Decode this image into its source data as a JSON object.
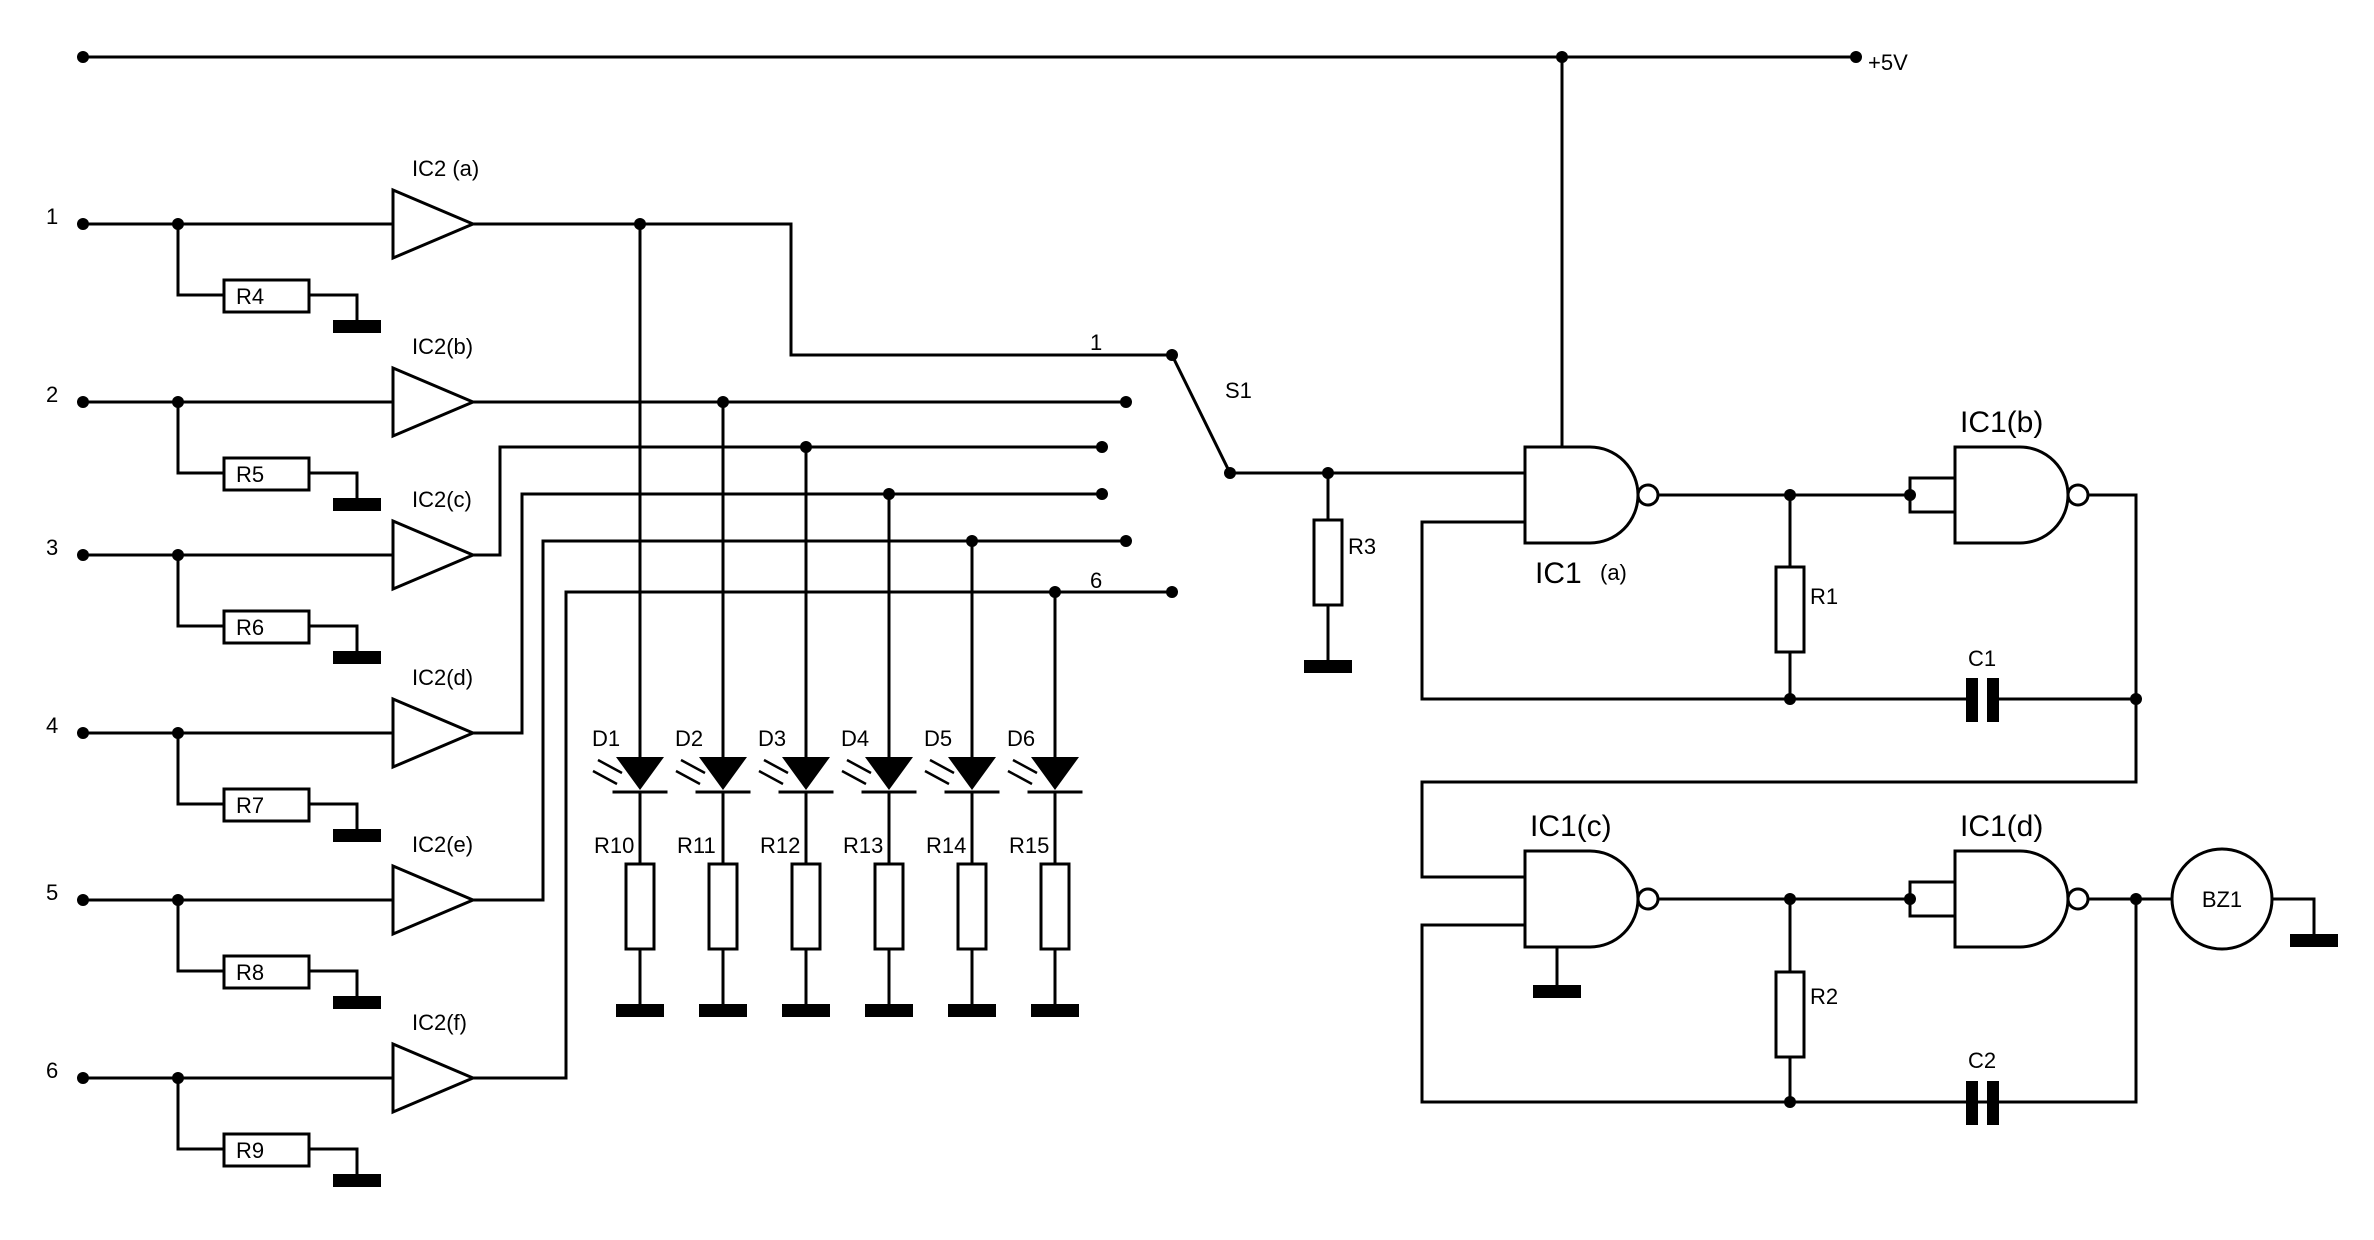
{
  "supply": {
    "label": "+5V"
  },
  "inputs": [
    "1",
    "2",
    "3",
    "4",
    "5",
    "6"
  ],
  "buffers": [
    "IC2  (a)",
    "IC2(b)",
    "IC2(c)",
    "IC2(d)",
    "IC2(e)",
    "IC2(f)"
  ],
  "input_resistors": [
    "R4",
    "R5",
    "R6",
    "R7",
    "R8",
    "R9"
  ],
  "switch": {
    "label": "S1",
    "pos_first": "1",
    "pos_last": "6"
  },
  "leds": [
    "D1",
    "D2",
    "D3",
    "D4",
    "D5",
    "D6"
  ],
  "led_resistors": [
    "R10",
    "R11",
    "R12",
    "R13",
    "R14",
    "R15"
  ],
  "r3": "R3",
  "gates": {
    "a_name": "IC1",
    "a_suffix": "(a)",
    "b": "IC1(b)",
    "c": "IC1(c)",
    "d": "IC1(d)"
  },
  "timing": {
    "r1": "R1",
    "c1": "C1",
    "r2": "R2",
    "c2": "C2"
  },
  "buzzer": "BZ1"
}
